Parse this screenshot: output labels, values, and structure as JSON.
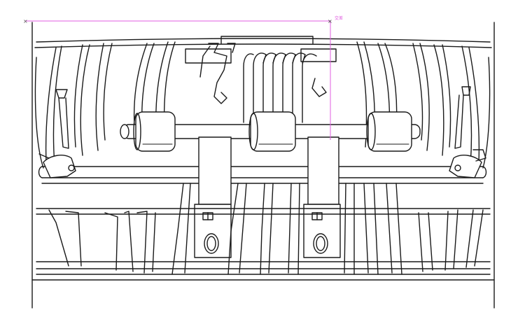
{
  "annotation": {
    "label": "交差",
    "color": "#e05ee0"
  },
  "drawing": {
    "line_color": "#1a1a1a",
    "fill_color": "#ffffff",
    "shade_color": "#e8e8e8",
    "rollers_on_shaft": 3,
    "spring_fingers": 5,
    "mount_brackets": 2,
    "shaft_clips": 2
  }
}
